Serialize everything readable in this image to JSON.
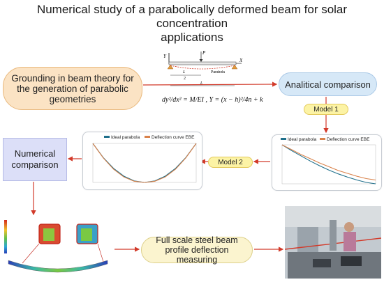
{
  "title_line1": "Numerical study of a parabolically deformed beam for solar concentration",
  "title_line2": "applications",
  "boxes": {
    "grounding": "Grounding in beam theory for the generation of parabolic geometries",
    "analitical": "Analitical comparison",
    "model1": "Model 1",
    "model2": "Model 2",
    "numerical": "Numerical comparison",
    "fullscale": "Full scale steel beam profile deflection measuring"
  },
  "beam_sketch": {
    "load": "P",
    "y_axis": "Y",
    "x_axis": "X",
    "curve_label": "Parabola",
    "span_half": "L",
    "span_half_den": "2",
    "span_full": "L"
  },
  "equation": "dy²/dx² = M/EI , Y = (x − h)²/4n + k",
  "legend": {
    "ideal": "Ideal parabola",
    "deflection": "Deflection curve EBE"
  },
  "colors": {
    "ideal": "#1f6f8b",
    "deflection": "#d9824b",
    "arrow": "#d23a2a"
  },
  "chart_data": [
    {
      "type": "line",
      "series": [
        {
          "name": "Ideal parabola",
          "x": [
            0,
            0.1,
            0.2,
            0.3,
            0.4,
            0.5,
            0.6,
            0.7,
            0.8,
            0.9,
            1.0
          ],
          "y": [
            0,
            -0.036,
            -0.064,
            -0.084,
            -0.096,
            -0.1,
            -0.096,
            -0.084,
            -0.064,
            -0.036,
            0
          ]
        },
        {
          "name": "Deflection curve EBE",
          "x": [
            0,
            0.1,
            0.2,
            0.3,
            0.4,
            0.5,
            0.6,
            0.7,
            0.8,
            0.9,
            1.0
          ],
          "y": [
            0,
            -0.037,
            -0.066,
            -0.086,
            -0.097,
            -0.1,
            -0.097,
            -0.086,
            -0.066,
            -0.037,
            0
          ]
        }
      ]
    },
    {
      "type": "line",
      "series": [
        {
          "name": "Ideal parabola",
          "x": [
            0,
            0.1,
            0.2,
            0.3,
            0.4,
            0.5,
            0.6,
            0.7,
            0.8,
            0.9,
            1.0
          ],
          "y": [
            0,
            -0.012,
            -0.023,
            -0.034,
            -0.044,
            -0.053,
            -0.061,
            -0.068,
            -0.074,
            -0.079,
            -0.082
          ]
        },
        {
          "name": "Deflection curve EBE",
          "x": [
            0,
            0.1,
            0.2,
            0.3,
            0.4,
            0.5,
            0.6,
            0.7,
            0.8,
            0.9,
            1.0
          ],
          "y": [
            0,
            -0.01,
            -0.02,
            -0.029,
            -0.038,
            -0.046,
            -0.054,
            -0.06,
            -0.066,
            -0.071,
            -0.074
          ]
        }
      ]
    }
  ]
}
